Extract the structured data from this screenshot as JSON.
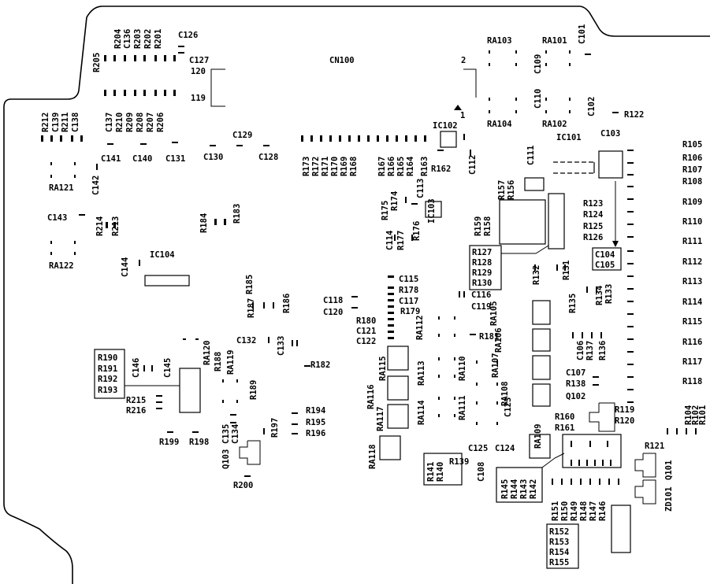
{
  "board": {
    "connector_label": "CN100",
    "connector_pins": [
      "2",
      "1",
      "120",
      "119"
    ],
    "outline_color": "#000000",
    "background_color": "#ffffff"
  },
  "parts": {
    "top_left_r": [
      "R205",
      "R204",
      "C136",
      "R203",
      "R202",
      "R201"
    ],
    "top_left_c": [
      "C126",
      "C127"
    ],
    "row2": [
      "C137",
      "R210",
      "R209",
      "R208",
      "R207",
      "R206"
    ],
    "left_col": [
      "R212",
      "C139",
      "R211",
      "C138"
    ],
    "row3": [
      "C141",
      "C140",
      "C131",
      "C130",
      "C128",
      "C129",
      "C142"
    ],
    "ra": [
      "RA121",
      "RA122",
      "RA103",
      "RA101",
      "RA104",
      "RA102"
    ],
    "mid_left": [
      "C143",
      "R214",
      "R213",
      "R184",
      "R183",
      "C144",
      "IC104"
    ],
    "cn_row": [
      "R173",
      "R172",
      "R171",
      "R170",
      "R169",
      "R168",
      "R167",
      "R166",
      "R165",
      "R164",
      "R163"
    ],
    "ic102": [
      "IC102",
      "R162",
      "C112",
      "C109",
      "C110",
      "C101",
      "C102",
      "R122"
    ],
    "mid": [
      "R175",
      "R174",
      "C113",
      "IC103",
      "C114",
      "R177",
      "R176",
      "R157",
      "R156",
      "C111",
      "IC101",
      "C103"
    ],
    "r105_col": [
      "R105",
      "R106",
      "R107",
      "R108",
      "R109",
      "R110",
      "R111",
      "R112",
      "R113",
      "R114",
      "R115",
      "R116",
      "R117",
      "R118"
    ],
    "box_r127": [
      "R127",
      "R128",
      "R129",
      "R130"
    ],
    "box_r190": [
      "R190",
      "R191",
      "R192",
      "R193"
    ],
    "box_r152": [
      "R152",
      "R153",
      "R154",
      "R155"
    ],
    "box_c104": [
      "C104",
      "C105"
    ],
    "misc": [
      "R159",
      "R158",
      "R123",
      "R124",
      "R125",
      "R126",
      "R132",
      "R131",
      "R134",
      "R133",
      "R135",
      "R185",
      "R187",
      "R186",
      "C115",
      "R178",
      "C117",
      "C118",
      "C120",
      "R179",
      "C116",
      "C119",
      "R180",
      "C121",
      "C122",
      "RA112",
      "R181",
      "RA105",
      "RA106",
      "C106",
      "R137",
      "R136",
      "C107",
      "R138",
      "Q102",
      "C132",
      "C133",
      "R182",
      "RA115",
      "RA113",
      "RA110",
      "RA116",
      "RA117",
      "RA114",
      "RA111",
      "RA107",
      "RA108",
      "RA109",
      "R160",
      "R161",
      "C123",
      "C125",
      "C124",
      "R119",
      "R120",
      "R121",
      "R104",
      "R102",
      "R101",
      "Q101",
      "ZD101",
      "C146",
      "C145",
      "RA120",
      "R188",
      "RA119",
      "R189",
      "R215",
      "R216",
      "R199",
      "R198",
      "C135",
      "C134",
      "R197",
      "R194",
      "R195",
      "R196",
      "Q103",
      "R200",
      "RA118",
      "R141",
      "R140",
      "R139",
      "C108",
      "R145",
      "R144",
      "R143",
      "R142",
      "R151",
      "R150",
      "R149",
      "R148",
      "R147",
      "R146"
    ]
  }
}
